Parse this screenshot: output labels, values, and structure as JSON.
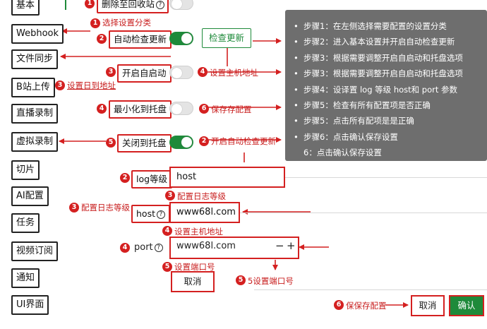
{
  "sidebar": {
    "items": [
      {
        "label": "基本"
      },
      {
        "label": "Webhook"
      },
      {
        "label": "文件同步"
      },
      {
        "label": "B站上传"
      },
      {
        "label": "直播录制"
      },
      {
        "label": "虚拟录制"
      },
      {
        "label": "切片"
      },
      {
        "label": "AI配置"
      },
      {
        "label": "任务"
      },
      {
        "label": "视频订阅"
      },
      {
        "label": "通知"
      },
      {
        "label": "UI界面"
      }
    ]
  },
  "settings": {
    "recycle_label": "删除至回收站",
    "auto_check_label": "自动检查更新",
    "check_update_button": "检查更新",
    "autostart_label": "开启自启动",
    "minimize_tray_label": "最小化到托盘",
    "close_tray_label": "关闭到托盘",
    "log_level_label": "log等级",
    "log_level_value": "host",
    "host_label": "host",
    "host_value": "www68l.com",
    "port_label": "port",
    "port_value": "www68l.com",
    "minus": "−",
    "plus": "+",
    "cancel_inline": "取消",
    "help_glyph": "?"
  },
  "annotations": {
    "n1": "1",
    "n2": "2",
    "n3": "3",
    "n4": "4",
    "n5": "5",
    "n6": "6",
    "select_category": "选择设置分类",
    "set_host_addr": "设置主机地址",
    "set_to_addr": "设置日到地址",
    "save_config": "保存存配置",
    "enable_auto_check": "开启自动检查更新",
    "config_log_level_a": "配置日志等级",
    "config_log_level_b": "配置日志等级",
    "set_host_addr2": "设置主机地址",
    "set_port": "设置端口号",
    "set_port2": "5设置端口号",
    "save_config_bottom": "保保存配置"
  },
  "panel": {
    "steps": [
      "步骤1：在左侧选择需要配置的设置分类",
      "步骤2：进入基本设置并开启自动检查更新",
      "步骤3：根据需要调整开启自启动和托盘选项",
      "步骤3：根据需要调整开启自启动和托盘选项",
      "步骤4：设译置 log 等级 host和 port 参数",
      "步骤5：检查有所有配置项是否正确",
      "步骤5：点击所有配项是是正确",
      "步骤6：点击确认保存设置",
      "6：点击确认保存设置"
    ]
  },
  "footer": {
    "cancel": "取消",
    "confirm": "确认"
  },
  "colors": {
    "accent_red": "#d42020",
    "toggle_on": "#1e8a3a",
    "confirm_green": "#1e8a3a",
    "panel_bg": "#6e6e6e"
  }
}
